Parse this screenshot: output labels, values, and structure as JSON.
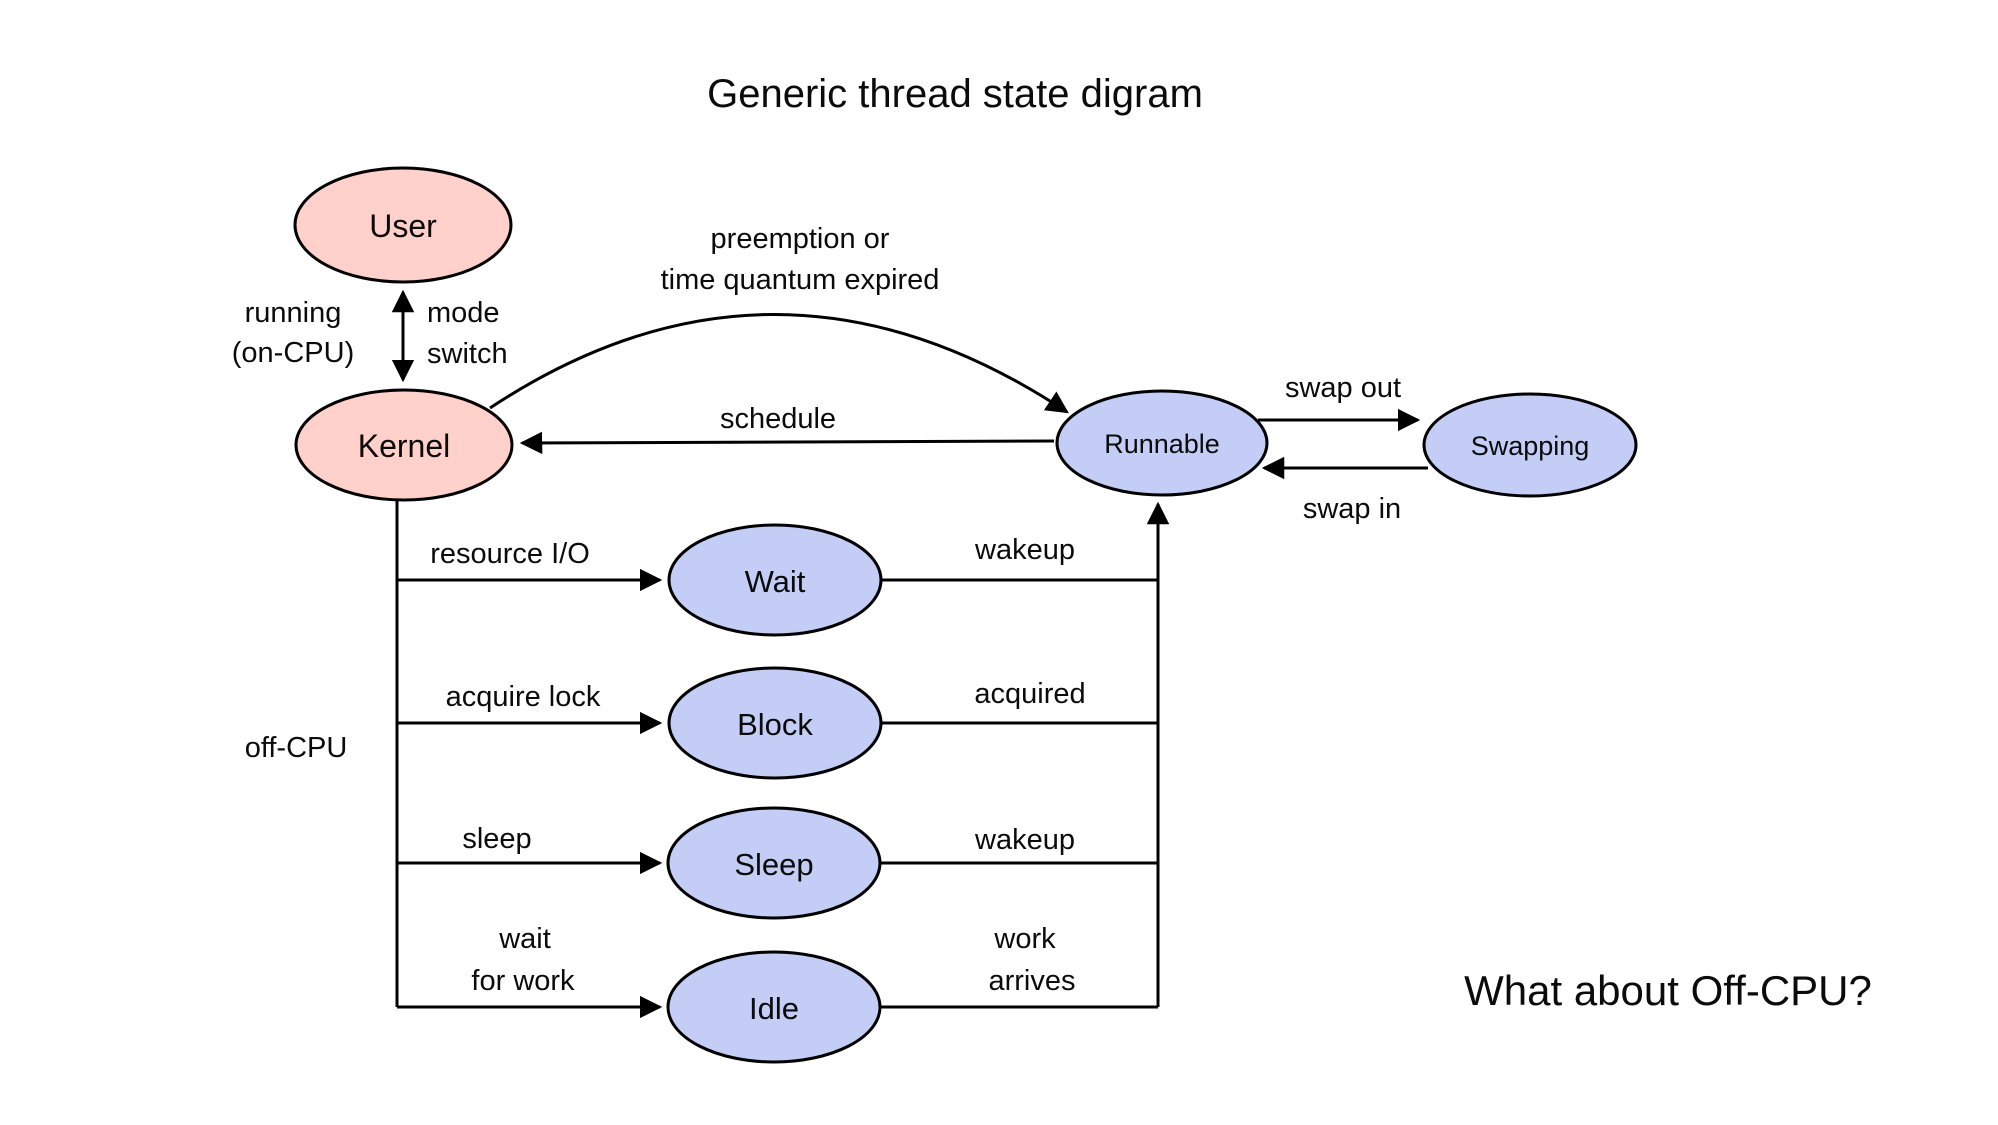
{
  "title": "Generic thread state digram",
  "question": "What about Off-CPU?",
  "colors": {
    "cpu_fill": "#ffd1ca",
    "state_fill": "#c3cdf6",
    "stroke": "#000000",
    "background": "#ffffff"
  },
  "nodes": {
    "user": "User",
    "kernel": "Kernel",
    "runnable": "Runnable",
    "swapping": "Swapping",
    "wait": "Wait",
    "block": "Block",
    "sleep": "Sleep",
    "idle": "Idle"
  },
  "edge_labels": {
    "running_line1": "running",
    "running_line2": "(on-CPU)",
    "mode_line1": "mode",
    "mode_line2": "switch",
    "preemption_line1": "preemption or",
    "preemption_line2": "time quantum expired",
    "schedule": "schedule",
    "swap_out": "swap out",
    "swap_in": "swap in",
    "resource_io": "resource I/O",
    "wakeup_wait": "wakeup",
    "acquire_lock": "acquire lock",
    "acquired": "acquired",
    "sleep_action": "sleep",
    "wakeup_sleep": "wakeup",
    "wait_for_work_line1": "wait",
    "wait_for_work_line2": "for work",
    "work_arrives_line1": "work",
    "work_arrives_line2": "arrives",
    "off_cpu": "off-CPU"
  }
}
